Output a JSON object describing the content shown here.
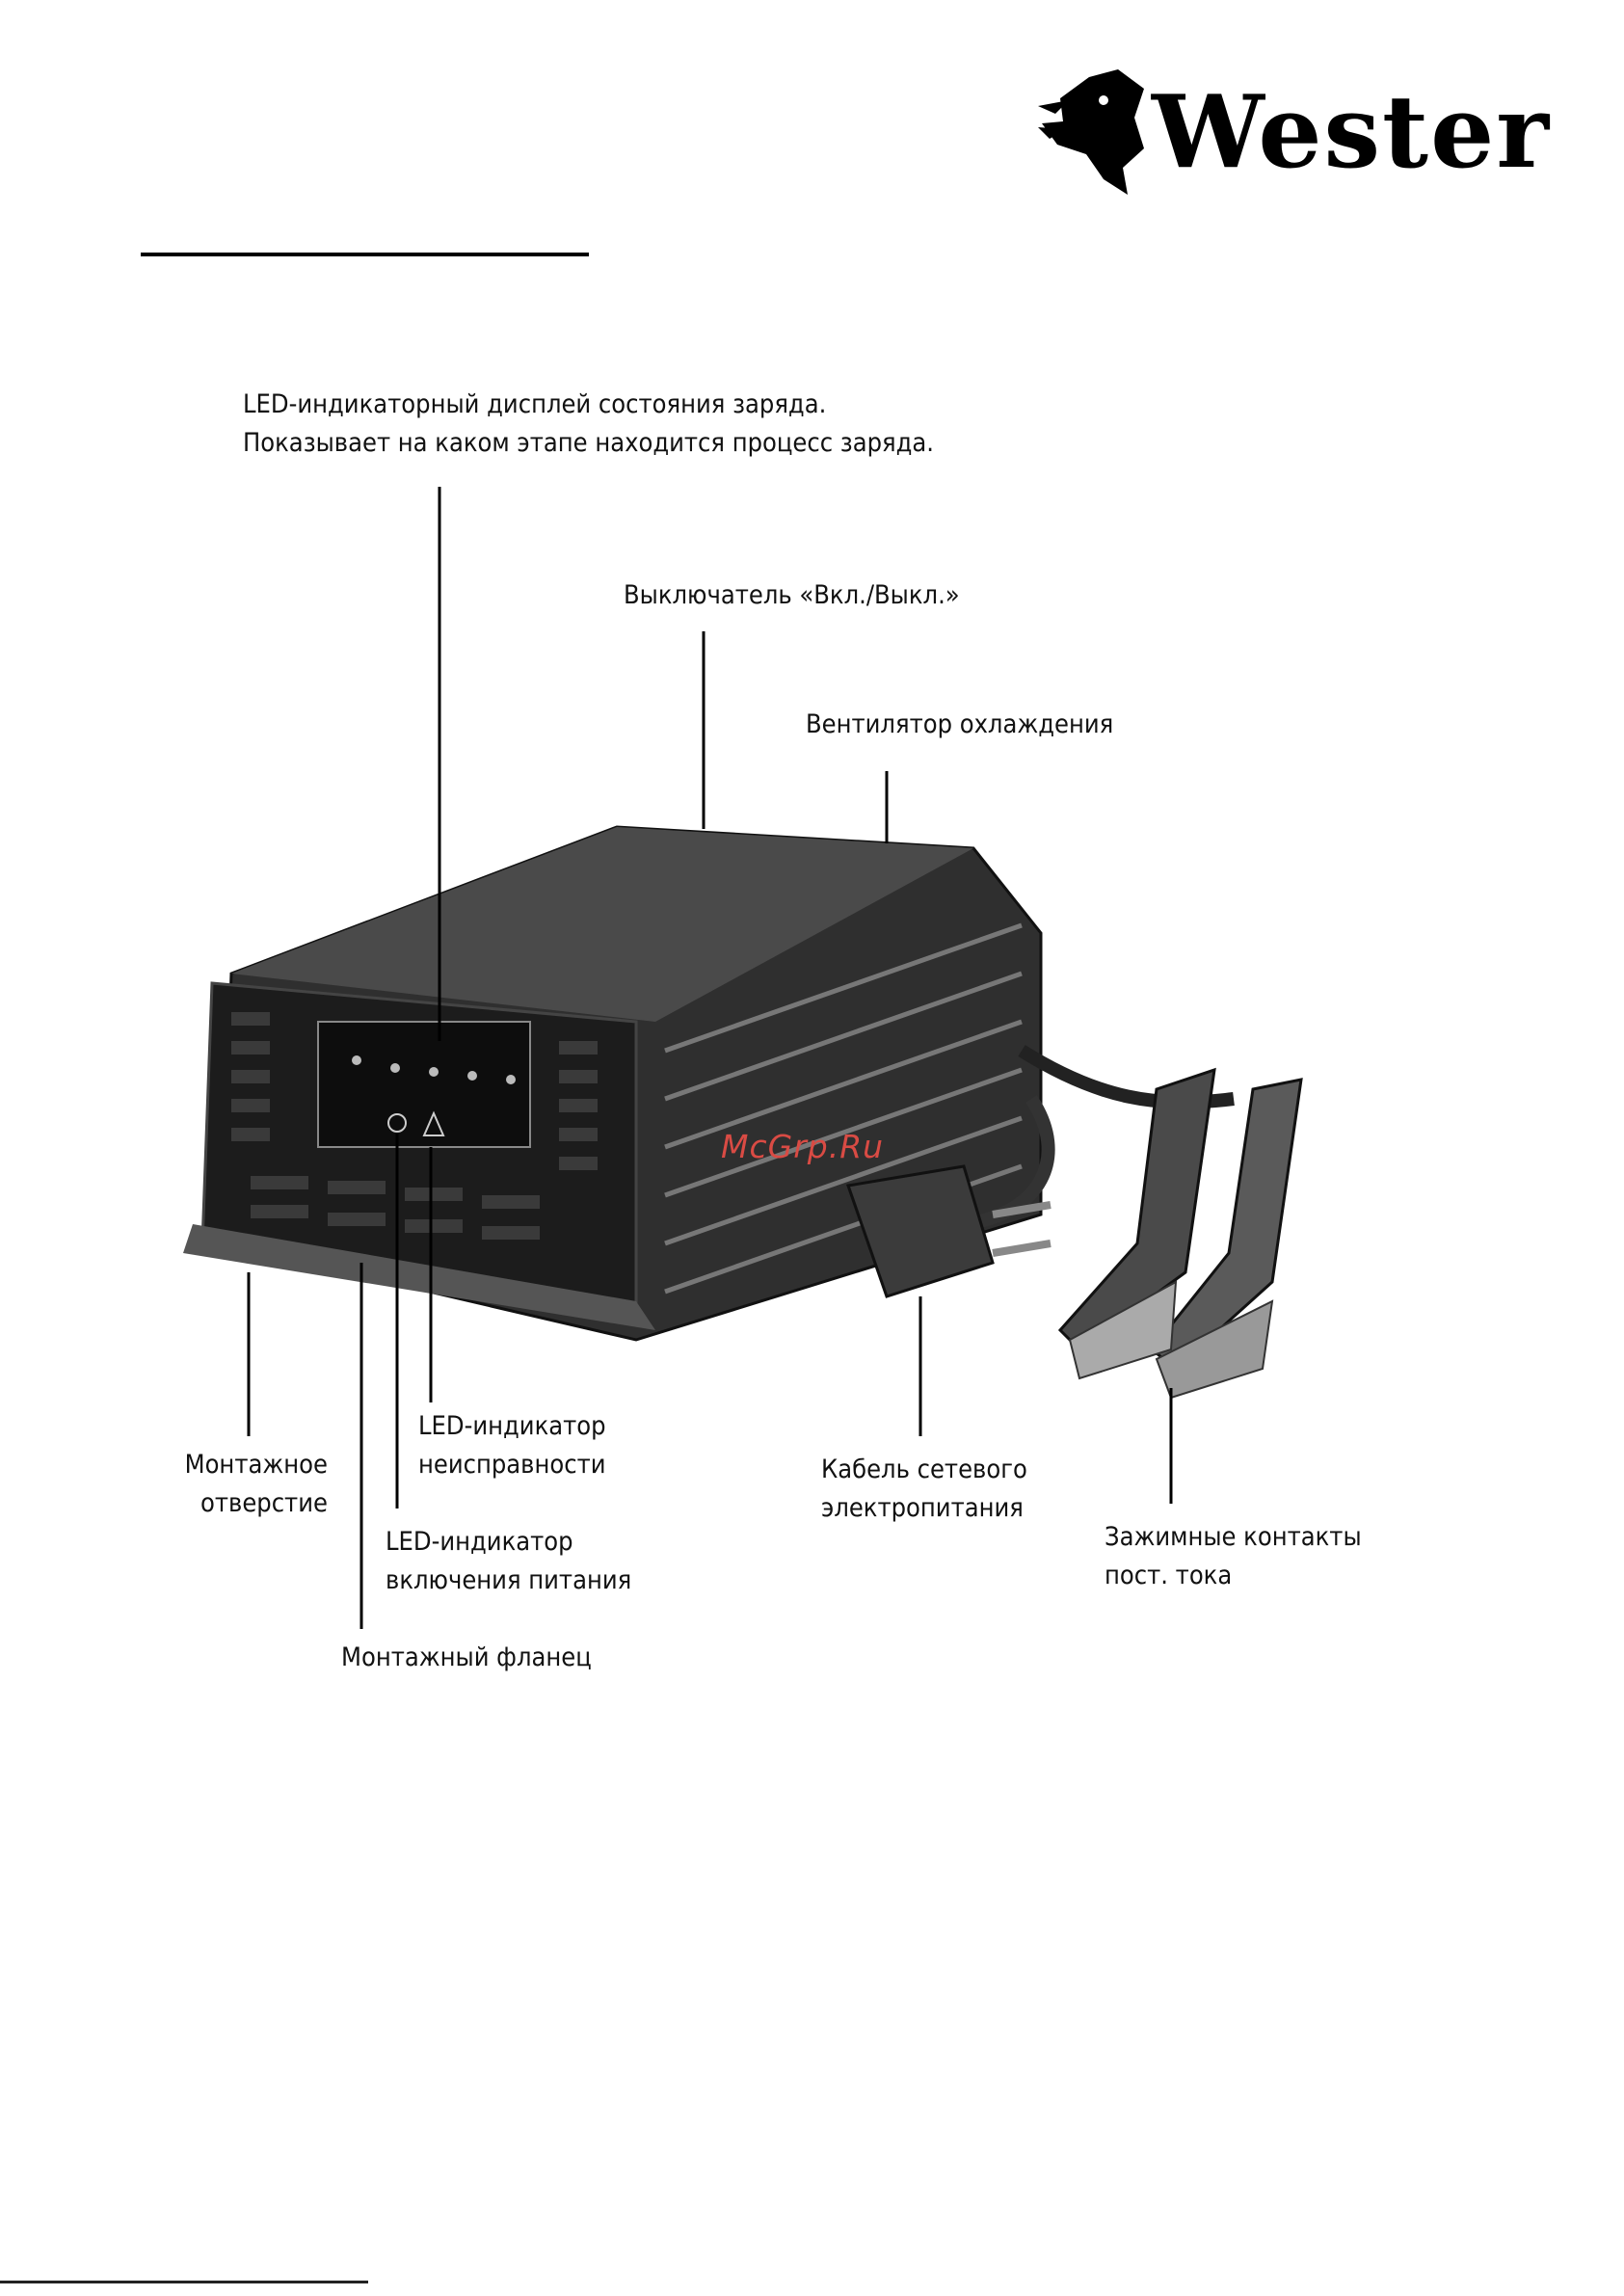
{
  "brand": {
    "name": "Wester"
  },
  "labels": {
    "led_display": {
      "line1": "LED-индикаторный дисплей состояния заряда.",
      "line2": "Показывает на каком этапе находится процесс заряда."
    },
    "power_switch": "Выключатель «Вкл./Выкл.»",
    "cooling_fan": "Вентилятор охлаждения",
    "mounting_hole": {
      "line1": "Монтажное",
      "line2": "отверстие"
    },
    "fault_led": {
      "line1": "LED-индикатор",
      "line2": "неисправности"
    },
    "power_led": {
      "line1": "LED-индикатор",
      "line2": "включения питания"
    },
    "mounting_flange": "Монтажный фланец",
    "mains_cable": {
      "line1": "Кабель сетевого",
      "line2": "электропитания"
    },
    "dc_clamps": {
      "line1": "Зажимные контакты",
      "line2": "пост. тока"
    }
  },
  "watermark": "McGrp.Ru"
}
